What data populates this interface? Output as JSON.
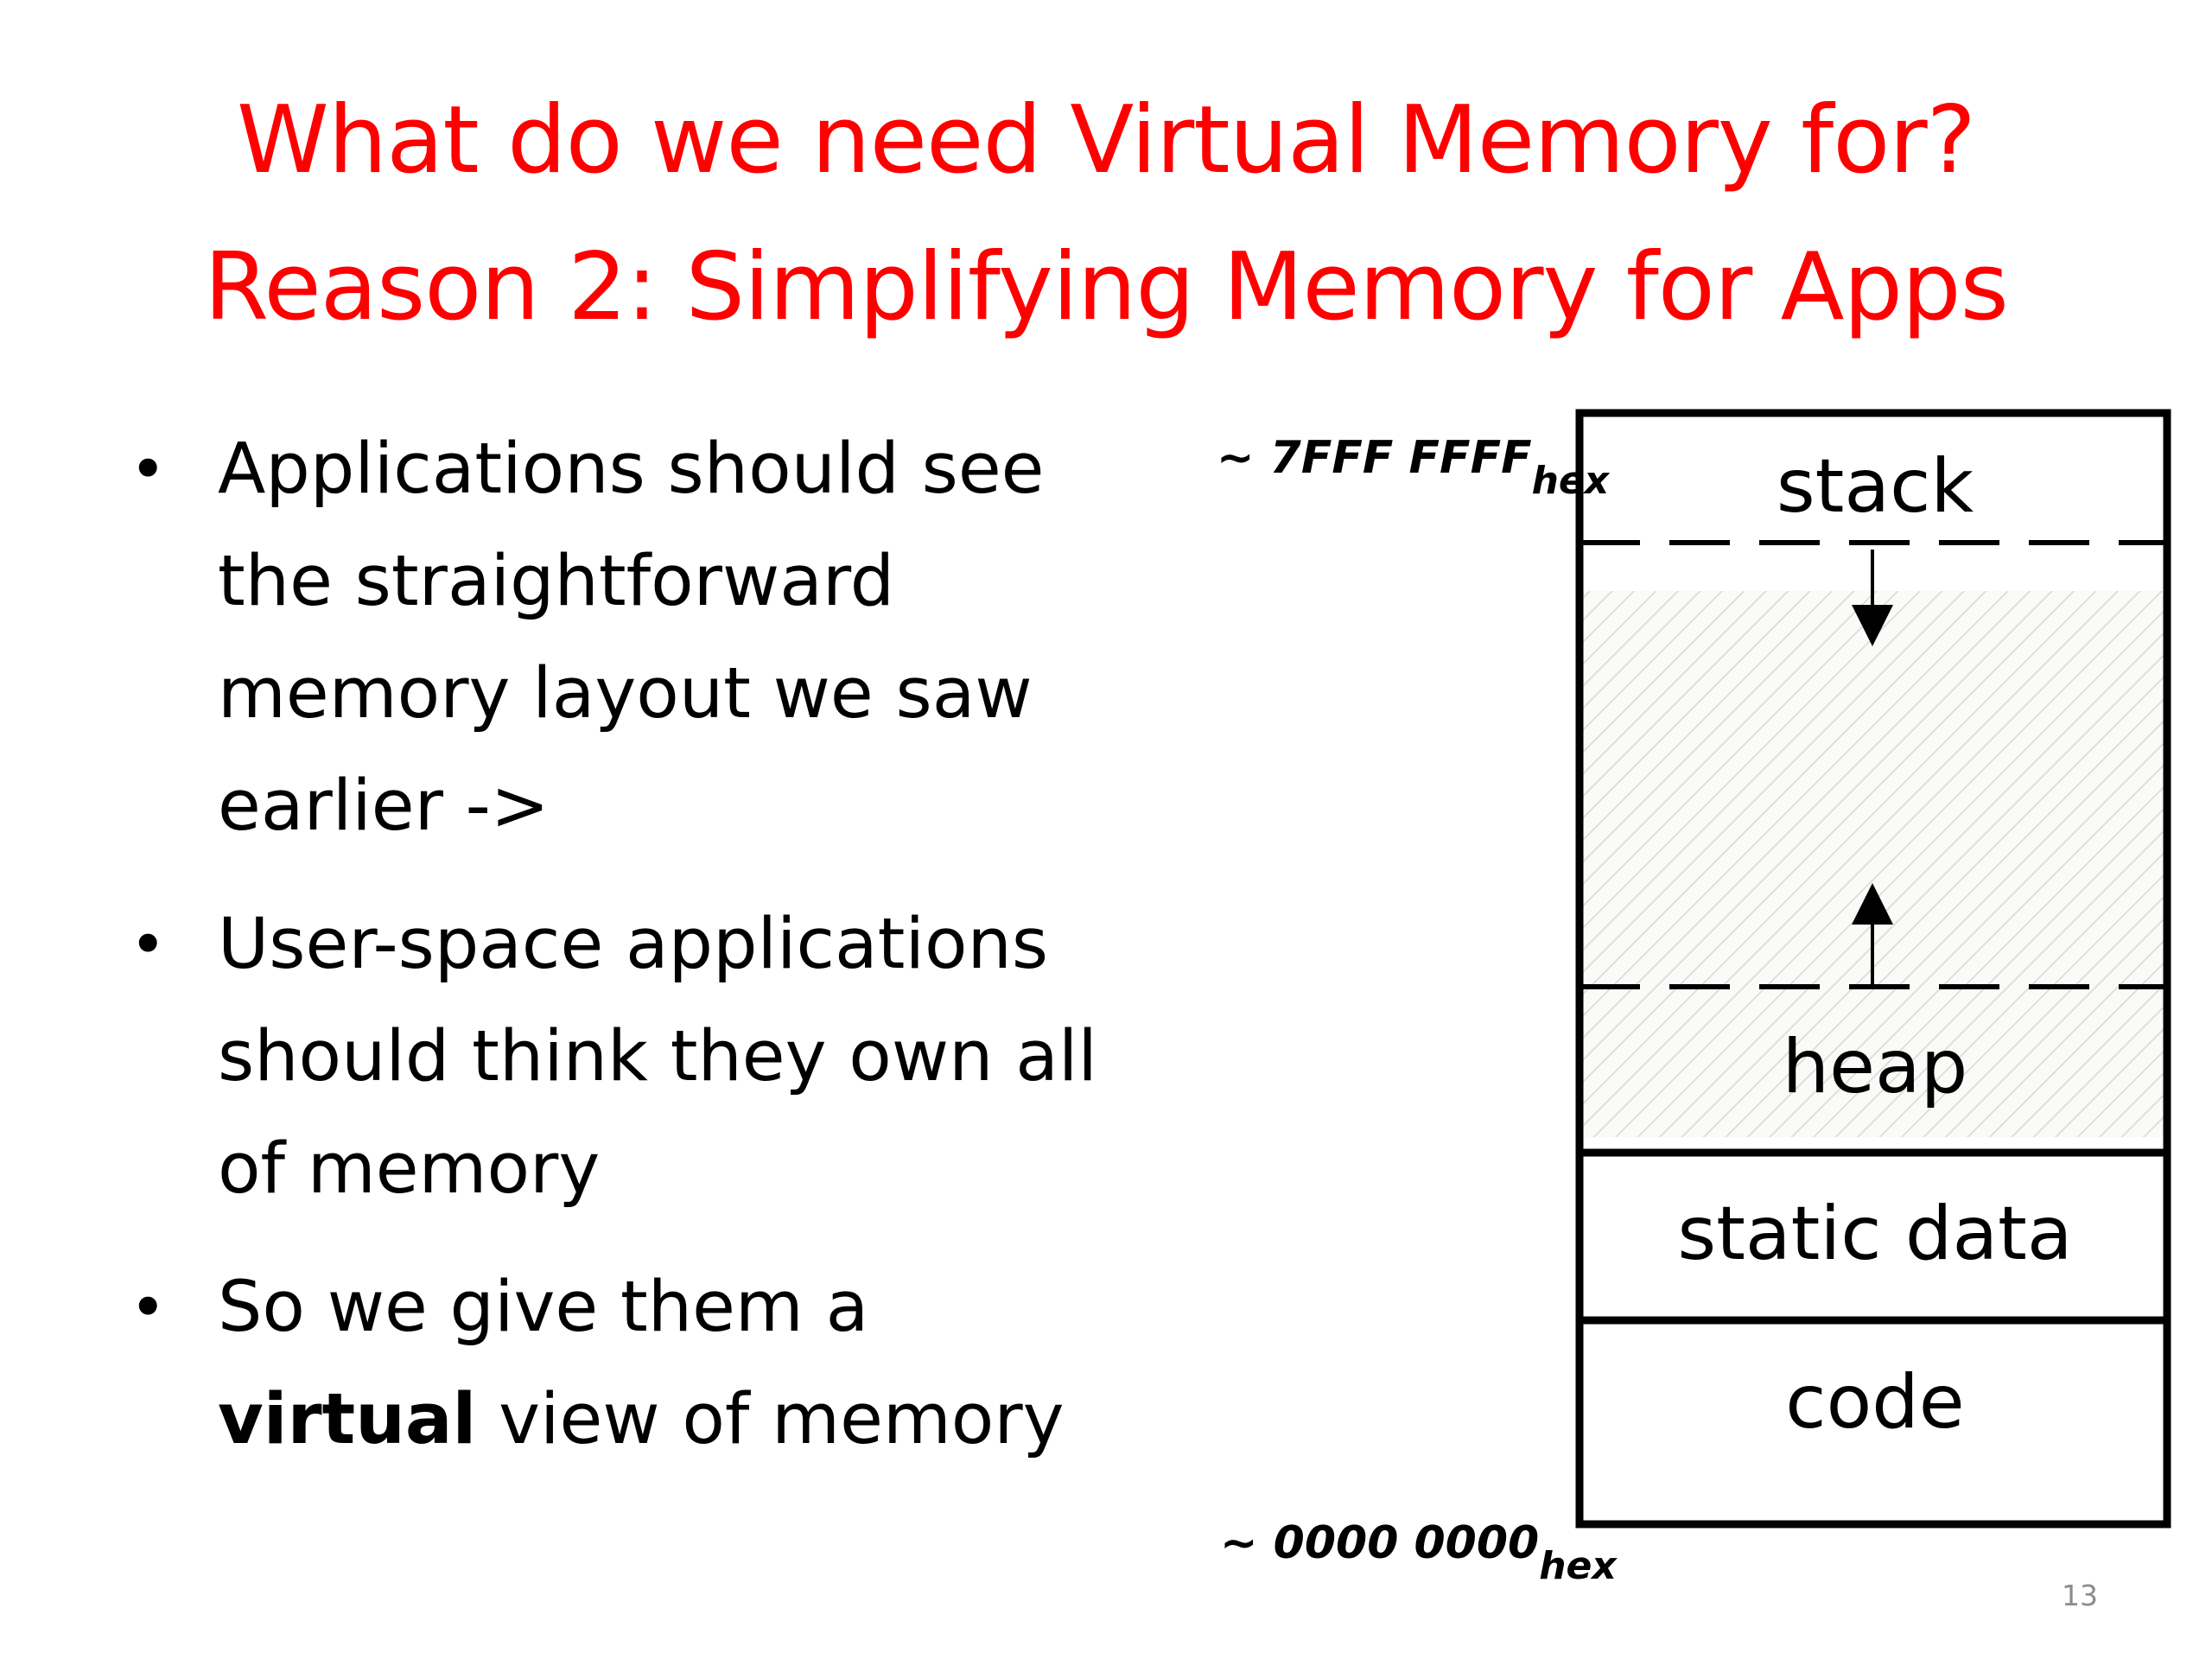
{
  "slide": {
    "title": {
      "line1": "What do we need Virtual Memory for?",
      "line2": "Reason 2: Simplifying Memory for Apps"
    },
    "bullets": [
      {
        "text": "Applications should see the straightforward memory layout we saw earlier ->"
      },
      {
        "text": "User-space applications should think they own all of memory"
      },
      {
        "before": "So we give them a ",
        "emphasis": "virtual",
        "after": " view of memory"
      }
    ],
    "memory_layout": {
      "top_address": {
        "main": "~ 7FFF FFFF",
        "suffix": "hex"
      },
      "bottom_address": {
        "main": "~ 0000 0000",
        "suffix": "hex"
      },
      "segments": {
        "stack": "stack",
        "heap": "heap",
        "static_data": "static data",
        "code": "code"
      },
      "free_area_pattern_color": "#d8d8d0",
      "line_color": "#000000"
    },
    "page_number": "13",
    "colors": {
      "title": "#ff0000",
      "text": "#000000",
      "page_number": "#8c8c8c",
      "background": "#ffffff"
    }
  }
}
